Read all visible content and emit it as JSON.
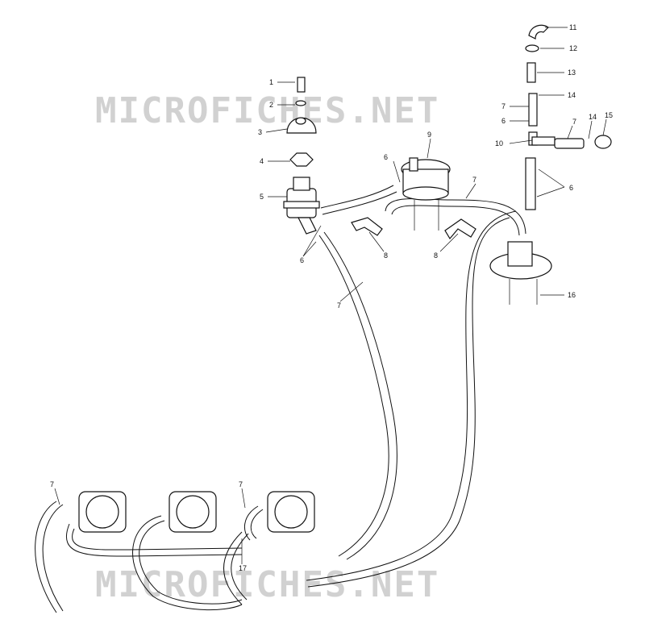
{
  "watermark": {
    "text": "MICROFICHES.NET"
  },
  "callouts": {
    "c1": "1",
    "c2": "2",
    "c3": "3",
    "c4": "4",
    "c5": "5",
    "c6a": "6",
    "c6b": "6",
    "c6c": "6",
    "c6d": "6",
    "c7a": "7",
    "c7b": "7",
    "c7c": "7",
    "c7d": "7",
    "c7e": "7",
    "c7f": "7",
    "c8a": "8",
    "c8b": "8",
    "c9": "9",
    "c10": "10",
    "c11": "11",
    "c12": "12",
    "c13": "13",
    "c14a": "14",
    "c14b": "14",
    "c15": "15",
    "c16": "16",
    "c17": "17"
  }
}
